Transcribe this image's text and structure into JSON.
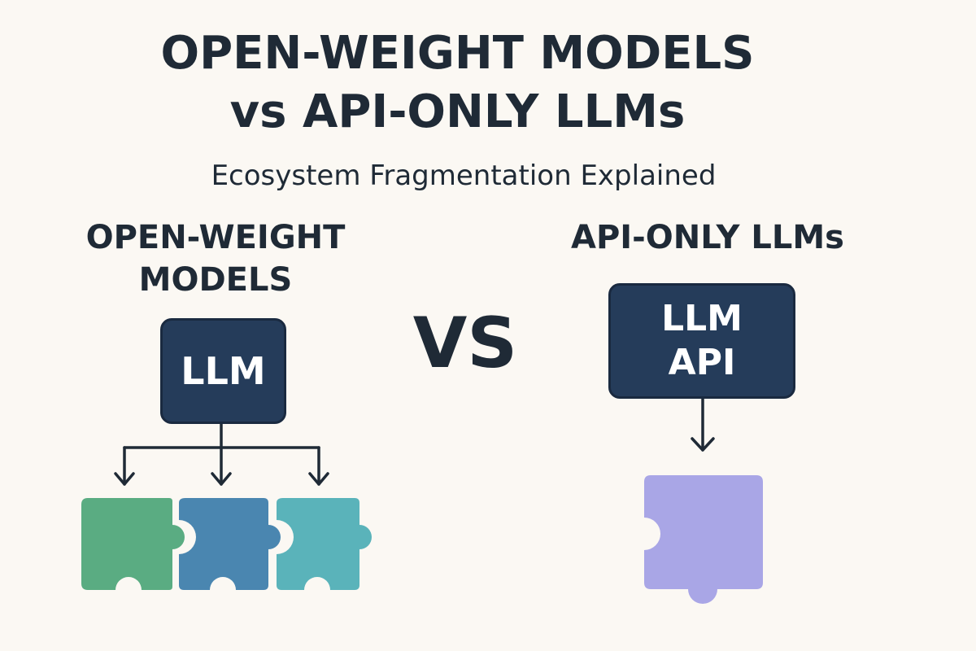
{
  "title": {
    "line1": "OPEN-WEIGHT MODELS",
    "line2": "vs API-ONLY LLMs"
  },
  "subtitle": "Ecosystem Fragmentation Explained",
  "left_column": {
    "heading_line1": "OPEN-WEIGHT",
    "heading_line2": "MODELS",
    "box_label": "LLM",
    "pieces": [
      {
        "color": "#5aac82",
        "icon": "puzzle-piece-green"
      },
      {
        "color": "#4a86b0",
        "icon": "puzzle-piece-blue"
      },
      {
        "color": "#5ab3ba",
        "icon": "puzzle-piece-teal"
      }
    ]
  },
  "vs_label": "VS",
  "right_column": {
    "heading": "API-ONLY LLMs",
    "box_line1": "LLM",
    "box_line2": "API",
    "pieces": [
      {
        "color": "#a9a6e6",
        "icon": "puzzle-piece-purple"
      }
    ]
  },
  "colors": {
    "background": "#fbf8f3",
    "text": "#1f2a36",
    "box": "#253c5a"
  }
}
